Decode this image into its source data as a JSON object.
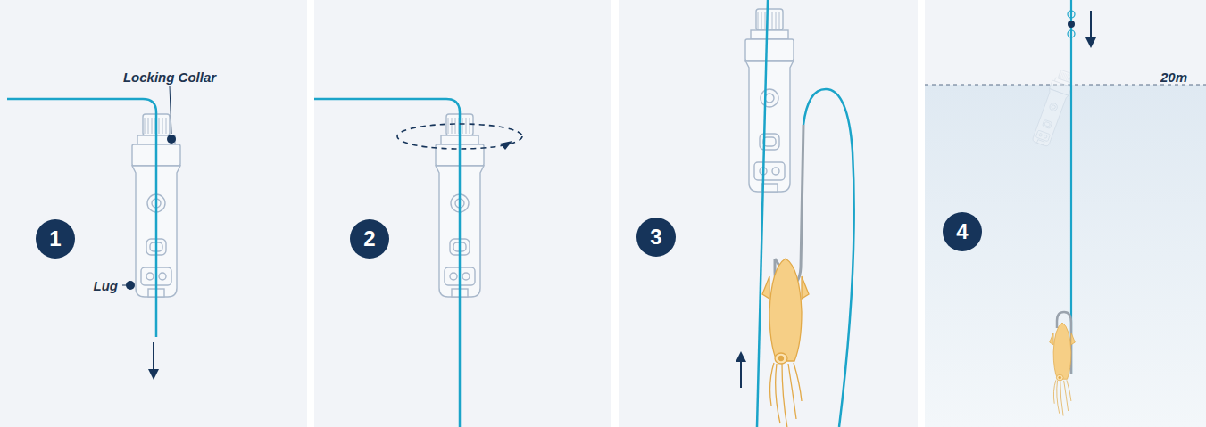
{
  "diagram": {
    "nodes": [
      {
        "text": [
          "1"
        ]
      },
      {
        "text": [
          "2"
        ]
      },
      {
        "text": [
          "3"
        ]
      },
      {
        "text": [
          "4"
        ]
      }
    ],
    "labels": [
      "Locking Collar",
      "Lug",
      "20m"
    ]
  }
}
